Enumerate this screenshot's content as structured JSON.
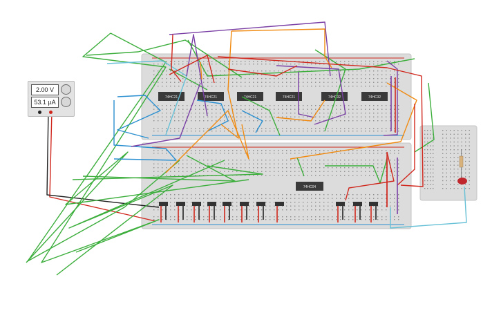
{
  "power_supply": {
    "voltage": "2.00 V",
    "current": "53.1 µA",
    "voltage_knob_icon": "knob-icon",
    "current_knob_icon": "knob-icon"
  },
  "chips": {
    "upper": [
      "74HC21",
      "74HC21",
      "74HC21",
      "74HC21",
      "74HC32",
      "74HC32"
    ],
    "lower": "74HC04"
  },
  "colors": {
    "breadboard": "#dcdcdc",
    "hole": "#8c8c8c",
    "chip": "#3a3a3a",
    "wire_red": "#d0271d",
    "wire_black": "#222222",
    "wire_green": "#3cae3c",
    "wire_blue": "#2a8fd0",
    "wire_lightblue": "#66c0d6",
    "wire_orange": "#f08a10",
    "wire_purple": "#7a3fa5",
    "led": "#c0272d",
    "resistor": "#d8b27a"
  }
}
